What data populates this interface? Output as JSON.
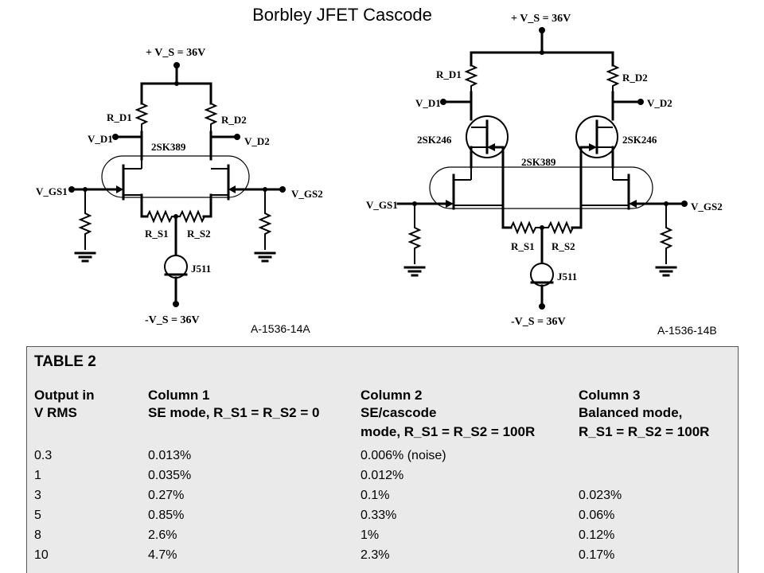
{
  "title": "Borbley JFET Cascode",
  "diagram_a": {
    "vs_pos": "+ V_S = 36V",
    "vs_neg": "-V_S = 36V",
    "rd1": "R_D1",
    "rd2": "R_D2",
    "vd1": "V_D1",
    "vd2": "V_D2",
    "vgs1": "V_GS1",
    "vgs2": "V_GS2",
    "rs1": "R_S1",
    "rs2": "R_S2",
    "dual_jfet": "2SK389",
    "current_source": "J511",
    "code": "A-1536-14A"
  },
  "diagram_b": {
    "vs_pos": "+ V_S = 36V",
    "vs_neg": "-V_S = 36V",
    "rd1": "R_D1",
    "rd2": "R_D2",
    "vd1": "V_D1",
    "vd2": "V_D2",
    "vgs1": "V_GS1",
    "vgs2": "V_GS2",
    "rs1": "R_S1",
    "rs2": "R_S2",
    "cascode_left": "2SK246",
    "cascode_right": "2SK246",
    "dual_jfet": "2SK389",
    "current_source": "J511",
    "code": "A-1536-14B"
  },
  "table": {
    "title": "TABLE 2",
    "headers": [
      [
        "Output in",
        "V RMS",
        ""
      ],
      [
        "Column 1",
        "SE mode, R_S1 = R_S2 = 0",
        ""
      ],
      [
        "Column 2",
        "SE/cascode",
        "mode, R_S1 = R_S2 = 100R"
      ],
      [
        "Column 3",
        "Balanced mode,",
        "R_S1 = R_S2 = 100R"
      ]
    ],
    "rows": [
      [
        "0.3",
        "0.013%",
        "0.006% (noise)",
        ""
      ],
      [
        "1",
        "0.035%",
        "0.012%",
        ""
      ],
      [
        "3",
        "0.27%",
        "0.1%",
        "0.023%"
      ],
      [
        "5",
        "0.85%",
        "0.33%",
        "0.06%"
      ],
      [
        "8",
        "2.6%",
        "1%",
        "0.12%"
      ],
      [
        "10",
        "4.7%",
        "2.3%",
        "0.17%"
      ]
    ]
  }
}
